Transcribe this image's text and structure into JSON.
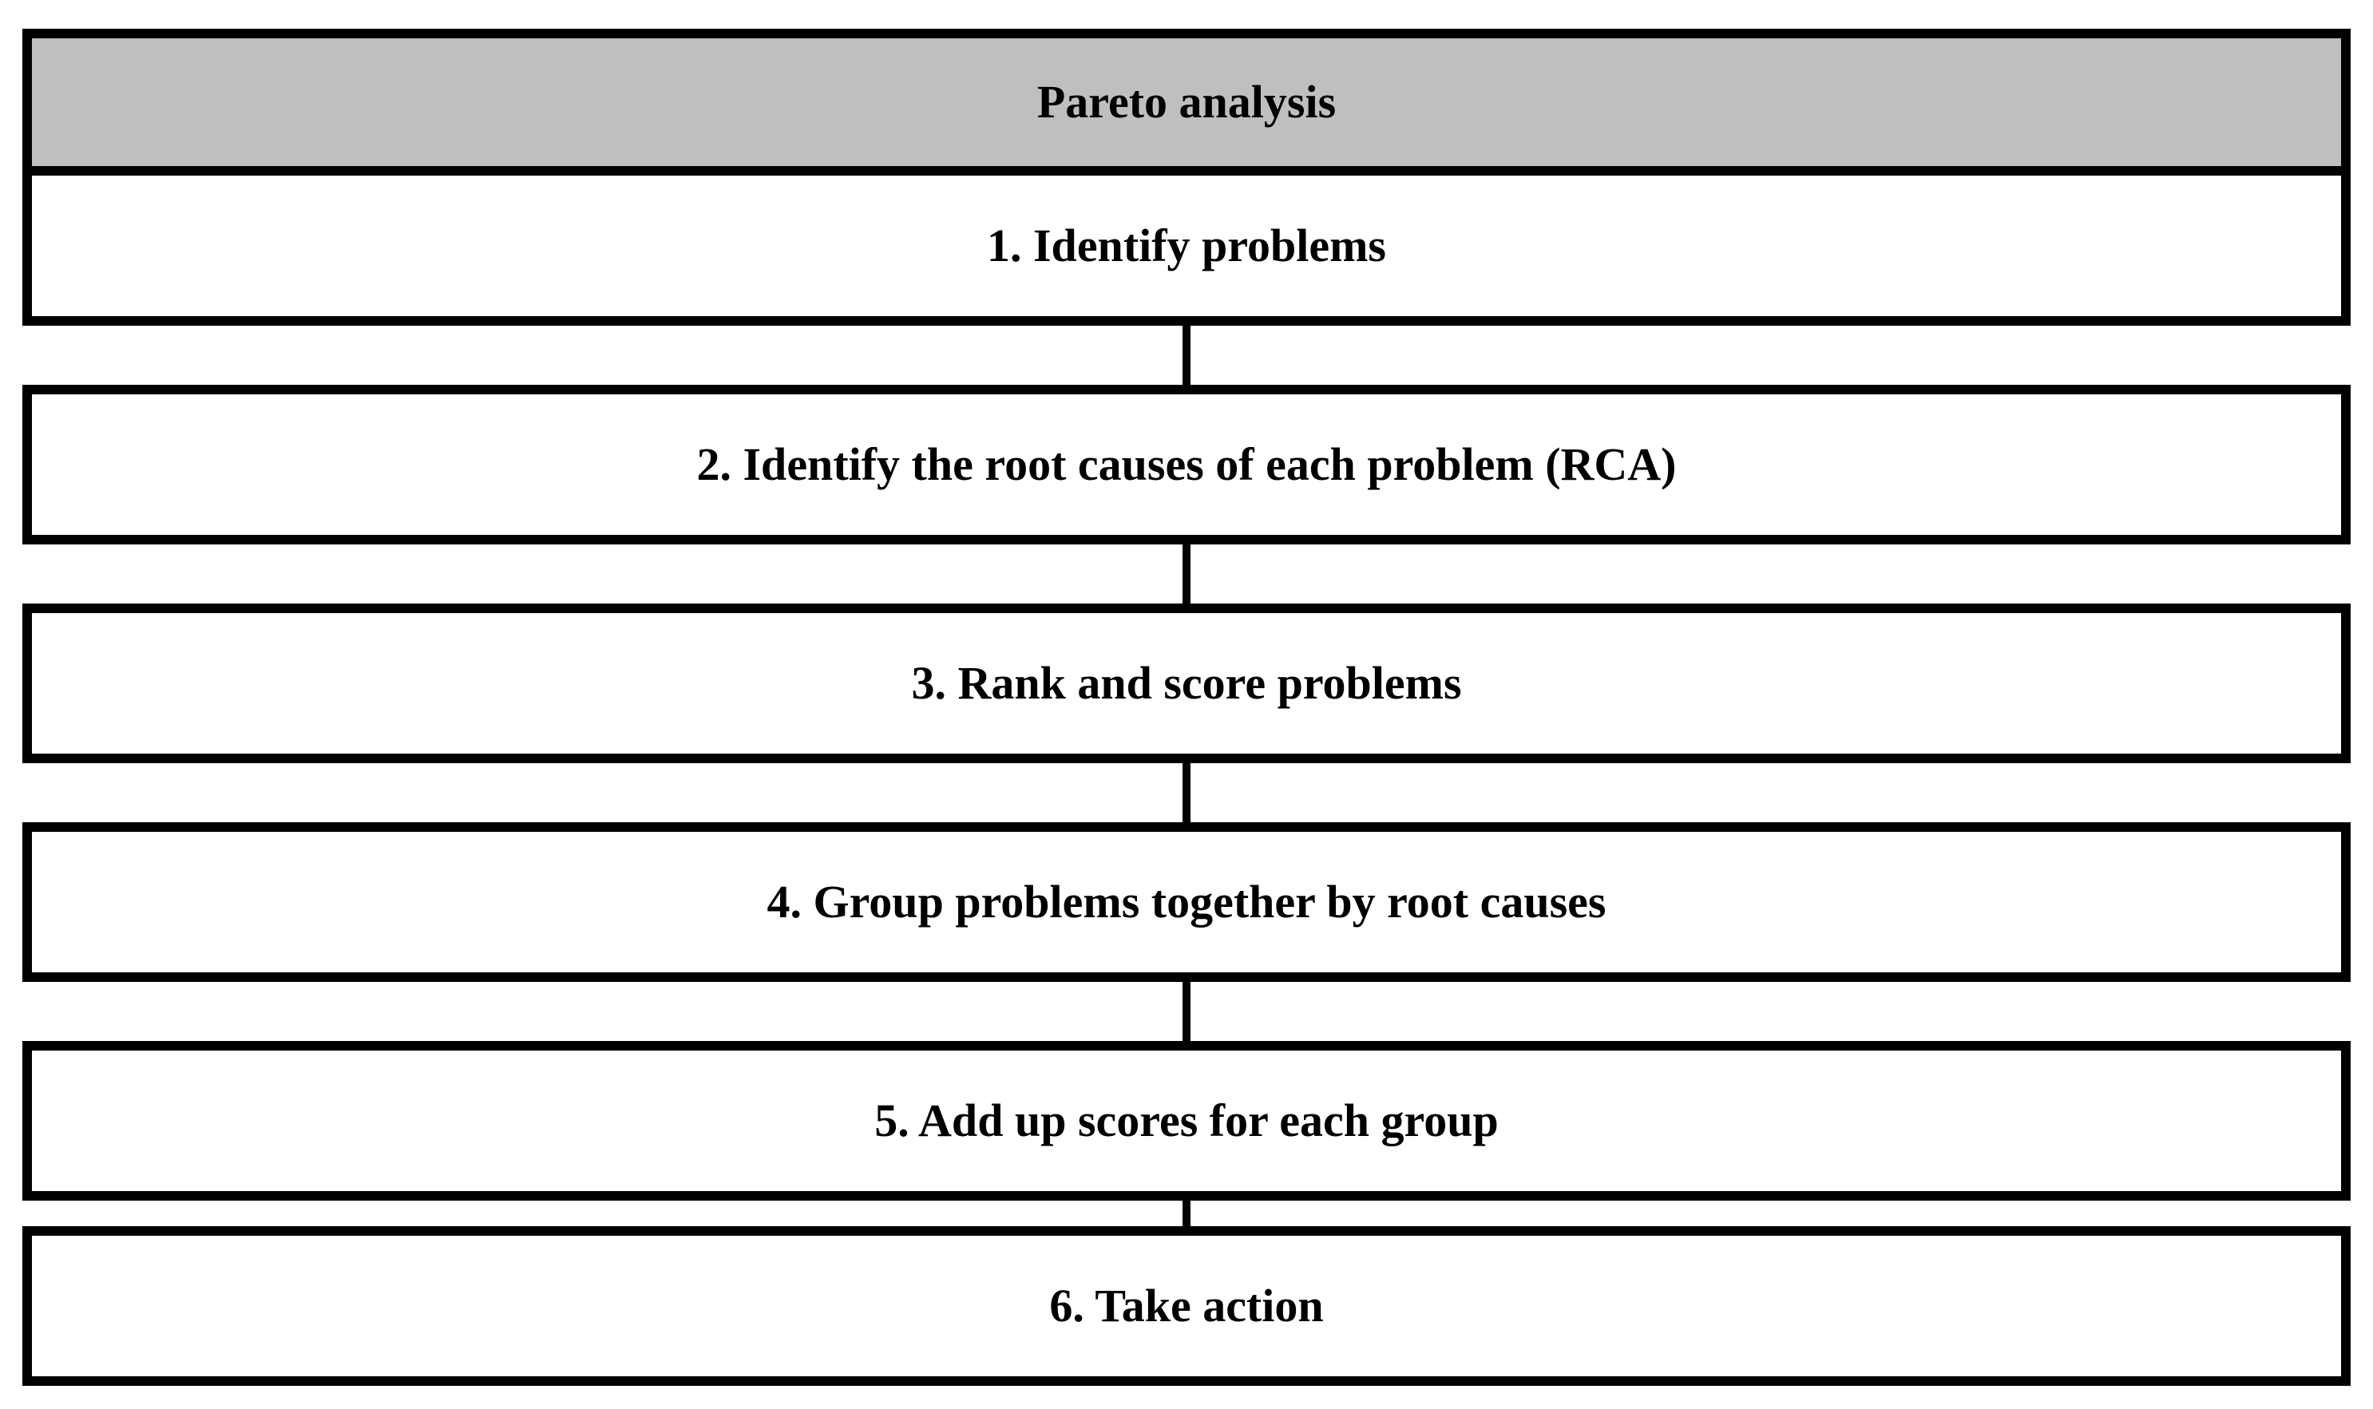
{
  "diagram": {
    "title": "Pareto analysis",
    "type": "flowchart",
    "colors": {
      "header_background": "#bfbfbf",
      "border": "#000000",
      "box_background": "#ffffff",
      "text": "#000000"
    },
    "steps": [
      {
        "label": "1. Identify problems"
      },
      {
        "label": "2. Identify the root causes of each problem (RCA)"
      },
      {
        "label": "3. Rank and score problems"
      },
      {
        "label": "4. Group problems together by root causes"
      },
      {
        "label": "5. Add up scores for each group"
      },
      {
        "label": "6. Take action"
      }
    ]
  }
}
